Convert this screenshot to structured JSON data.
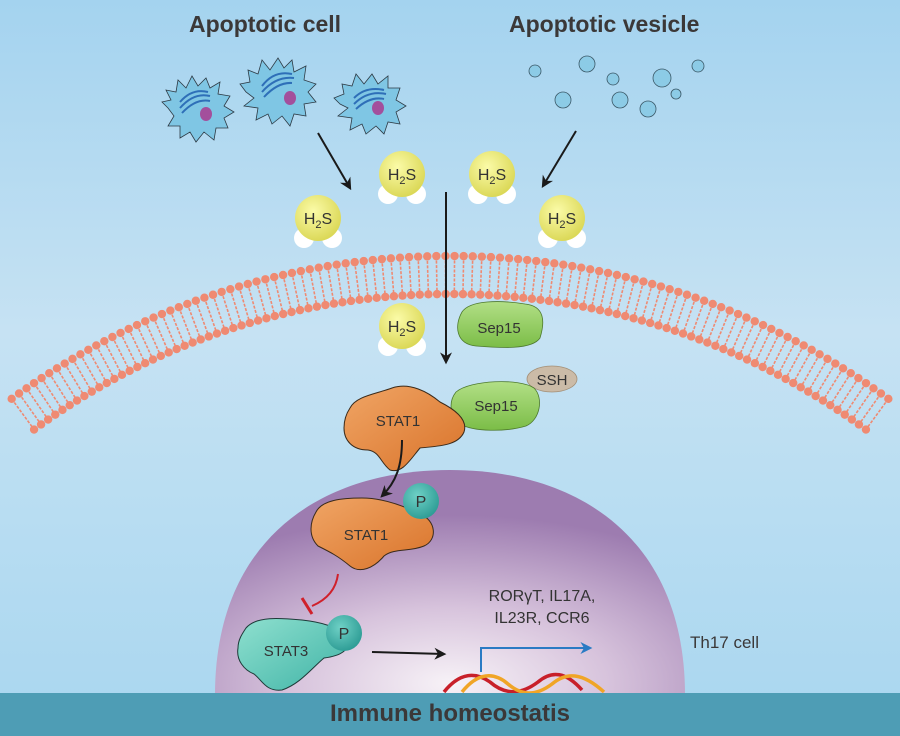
{
  "title_left": "Apoptotic cell",
  "title_right": "Apoptotic vesicle",
  "molecules": {
    "h2s_main": "H",
    "h2s_sub": "2",
    "h2s_tail": "S",
    "sep15": "Sep15",
    "ssh": "SSH",
    "stat1": "STAT1",
    "stat3": "STAT3",
    "phospho": "P"
  },
  "genes_line1": "RORγT, IL17A,",
  "genes_line2": "IL23R, CCR6",
  "cell_label": "Th17 cell",
  "footer": "Immune homeostatis",
  "colors": {
    "background": "#b8ddf2",
    "membrane": "#ef8a72",
    "h2s": "#e8e873",
    "sep15": "#8cc95a",
    "ssh": "#c9b9a6",
    "stat1": "#e0823a",
    "stat3": "#5cc4b0",
    "phospho": "#3aa8a0",
    "nucleus": "#a987b5",
    "footer": "#4e9db5",
    "inhibit": "#d0202a",
    "transcription_arrow": "#2a7bc4"
  }
}
